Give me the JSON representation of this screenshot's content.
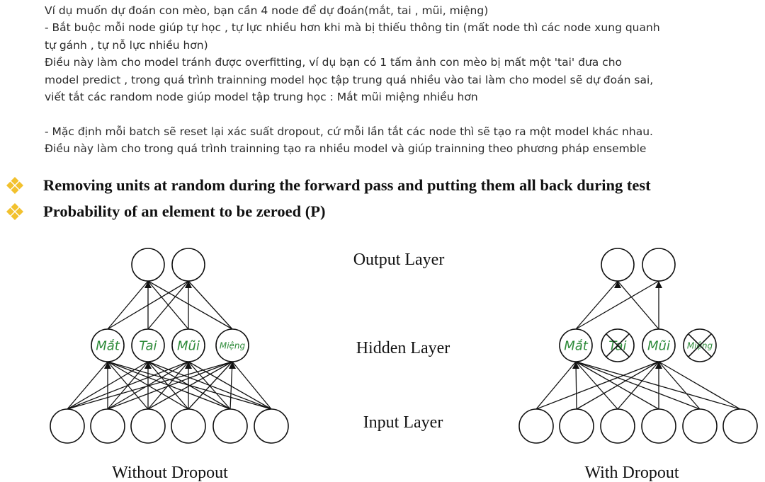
{
  "notes": [
    "Ví dụ muốn dự đoán con mèo, bạn cần 4 node để dự đoán(mắt, tai , mũi, miệng)",
    "- Bắt buộc mỗi node giúp tự học , tự lực nhiều hơn khi mà bị thiếu thông tin (mất node thì các node xung quanh",
    "tự gánh , tự nỗ lực nhiều hơn)",
    "Điều này làm cho model tránh được overfitting, ví dụ bạn có 1 tấm ảnh con mèo bị mất một 'tai' đưa cho",
    "model predict , trong quá trình trainning model học tập trung quá nhiều vào tai làm cho model sẽ dự đoán sai,",
    "viết tắt các random node giúp model tập trung học : Mắt mũi miệng nhiều hơn",
    "",
    "- Mặc định mỗi batch sẽ reset lại xác suất dropout, cứ mỗi lần tắt các node thì sẽ tạo ra một model khác nhau.",
    "Điều này làm cho trong quá trình trainning tạo ra nhiều model và giúp trainning theo phương pháp ensemble"
  ],
  "bullets": [
    "Removing units at random during the forward pass and putting them all back during test",
    "Probability of an element to be zeroed (P)"
  ],
  "layers": {
    "output": "Output Layer",
    "hidden": "Hidden Layer",
    "input": "Input Layer"
  },
  "captions": {
    "left": "Without Dropout",
    "right": "With Dropout"
  },
  "hidden_labels": [
    "Mắt",
    "Tai",
    "Mũi",
    "Miệng"
  ],
  "dropped_hidden": [
    1,
    3
  ],
  "colors": {
    "bullet": "#f2c12e",
    "hand_label": "#2e8b3a",
    "line": "#111111"
  }
}
